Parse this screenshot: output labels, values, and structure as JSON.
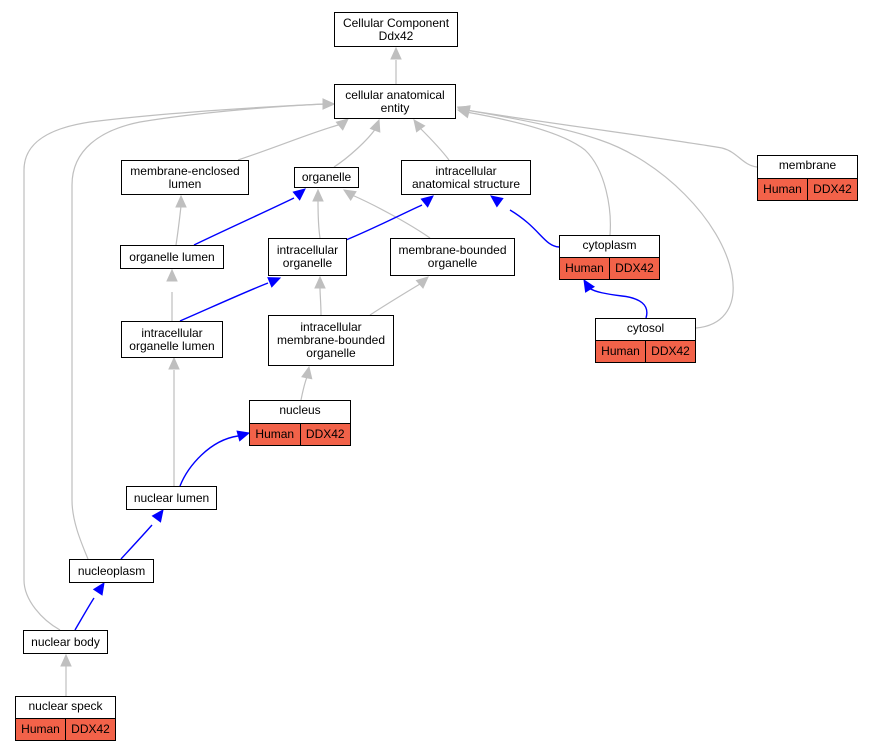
{
  "colors": {
    "is_a": "#bfbfbf",
    "part_of": "#0000ff",
    "annotated": "#f26249"
  },
  "nodes": {
    "root": {
      "label": "Cellular Component\nDdx42"
    },
    "entity": {
      "label": "cellular anatomical\nentity"
    },
    "mel": {
      "label": "membrane-enclosed\nlumen"
    },
    "organelle": {
      "label": "organelle"
    },
    "ias": {
      "label": "intracellular\nanatomical structure"
    },
    "membrane": {
      "label": "membrane",
      "species": "Human",
      "gene": "DDX42"
    },
    "olumen": {
      "label": "organelle lumen"
    },
    "iorg": {
      "label": "intracellular\norganelle"
    },
    "mbo": {
      "label": "membrane-bounded\norganelle"
    },
    "cytoplasm": {
      "label": "cytoplasm",
      "species": "Human",
      "gene": "DDX42"
    },
    "iol": {
      "label": "intracellular\norganelle lumen"
    },
    "imbo": {
      "label": "intracellular\nmembrane-bounded\norganelle"
    },
    "cytosol": {
      "label": "cytosol",
      "species": "Human",
      "gene": "DDX42"
    },
    "nucleus": {
      "label": "nucleus",
      "species": "Human",
      "gene": "DDX42"
    },
    "nlumen": {
      "label": "nuclear lumen"
    },
    "nucleoplasm": {
      "label": "nucleoplasm"
    },
    "nbody": {
      "label": "nuclear body"
    },
    "nspeck": {
      "label": "nuclear speck",
      "species": "Human",
      "gene": "DDX42"
    }
  }
}
